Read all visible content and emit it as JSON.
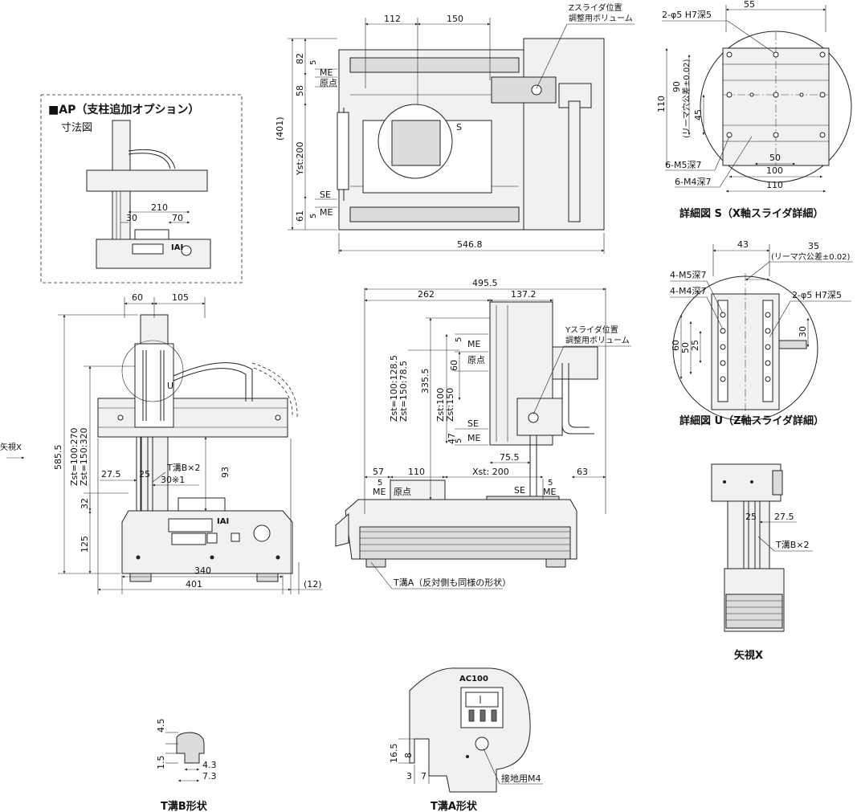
{
  "detail_ap": {
    "title": "■AP（支柱追加オプション）",
    "subtitle": "寸法図",
    "dims": [
      "210",
      "30",
      "70"
    ]
  },
  "top_view": {
    "dims_top": [
      "112",
      "150"
    ],
    "dims_left": [
      "82",
      "58",
      "(401)",
      "Yst:200",
      "61"
    ],
    "dims_small": [
      "5",
      "5"
    ],
    "labels": [
      "ME",
      "原点",
      "SE",
      "ME",
      "S"
    ],
    "callout_z": [
      "Zスライダ位置",
      "調整用ボリューム"
    ],
    "dim_bottom": "546.8"
  },
  "detail_s": {
    "callout_top": "2-φ5  H7深5",
    "dim_top": "55",
    "dims_left": [
      "110",
      "90",
      "(リーマ穴公差±0.02)",
      "45"
    ],
    "callouts": [
      "6-M5深7",
      "6-M4深7"
    ],
    "dims_bottom": [
      "50",
      "100",
      "110"
    ],
    "title": "詳細図 S（X軸スライダ詳細）"
  },
  "front_view": {
    "dims_top": [
      "60",
      "105"
    ],
    "label_u": "U",
    "label_arrow": "矢視X",
    "dims_left": [
      "585.5",
      "Zst=100:270",
      "Zst=150:320",
      "32",
      "125"
    ],
    "dims_mid": [
      "27.5",
      "25",
      "30※1",
      "93"
    ],
    "callout_tb": "T溝B×2",
    "dims_bottom": [
      "340",
      "401",
      "(12)"
    ],
    "logo": "IAI"
  },
  "side_view": {
    "dim_total": "495.5",
    "dims_top": [
      "262",
      "137.2"
    ],
    "dims_vert": [
      "Zst=100:128.5",
      "Zst=150:78.5",
      "335.5",
      "Zst:100",
      "Zst:150",
      "5",
      "60",
      "47",
      "5"
    ],
    "labels": [
      "ME",
      "原点",
      "SE",
      "ME"
    ],
    "callout_y": [
      "Yスライダ位置",
      "調整用ボリューム"
    ],
    "dims_lower": [
      "75.5",
      "57",
      "110",
      "Xst: 200",
      "63",
      "5",
      "5"
    ],
    "labels_lower": [
      "ME",
      "原点",
      "SE",
      "ME"
    ],
    "callout_ta": "T溝A（反対側も同様の形状）"
  },
  "detail_u": {
    "dims_top": [
      "43",
      "35"
    ],
    "note_top": "(リーマ穴公差±0.02)",
    "callouts": [
      "4-M5深7",
      "4-M4深7",
      "2-φ5  H7深5"
    ],
    "dims_left": [
      "60",
      "50",
      "25"
    ],
    "dim_right": "30",
    "title": "詳細図 U（Z軸スライダ詳細）"
  },
  "view_x": {
    "dims": [
      "25",
      "27.5"
    ],
    "callout": "T溝B×2",
    "title": "矢視X"
  },
  "tslot_b": {
    "dims": [
      "4.5",
      "1.5",
      "4.3",
      "7.3"
    ],
    "title": "T溝B形状"
  },
  "tslot_a": {
    "dims": [
      "16.5",
      "8",
      "3",
      "7"
    ],
    "label_ac": "AC100",
    "callout": "接地用M4",
    "title": "T溝A形状"
  }
}
